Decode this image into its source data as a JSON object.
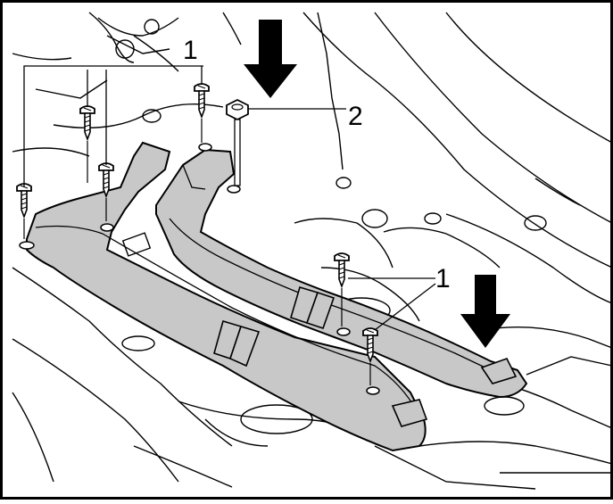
{
  "callouts": {
    "fastener_screw": "1",
    "fastener_nut": "2",
    "fastener_screw_lower": "1"
  },
  "colors": {
    "duct_fill": "#c8c8c8",
    "line": "#000000",
    "background": "#ffffff"
  },
  "icons": {
    "direction": "arrow-down-icon",
    "screw": "screw-icon",
    "nut": "nut-icon"
  }
}
